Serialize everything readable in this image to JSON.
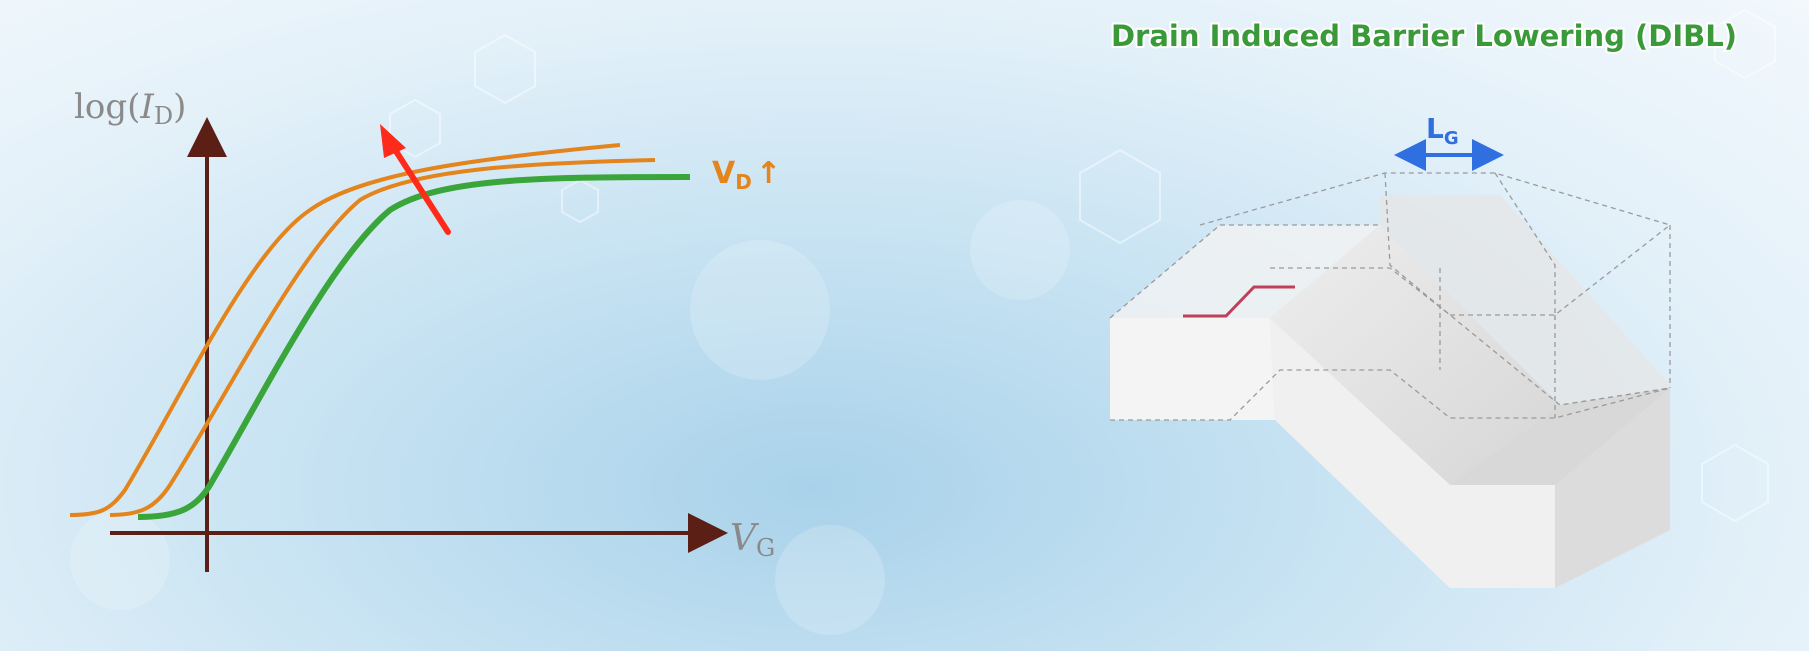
{
  "title": "Drain Induced Barrier Lowering (DIBL)",
  "plot": {
    "y_label": {
      "prefix": "log(",
      "var": "I",
      "sub": "D",
      "suffix": ")"
    },
    "x_label": {
      "var": "V",
      "sub": "G"
    },
    "vd_label": {
      "var": "V",
      "sub": "D",
      "arrow": "↑"
    }
  },
  "device": {
    "lg_label": {
      "var": "L",
      "sub": "G"
    }
  },
  "colors": {
    "title": "#3a9a3a",
    "orange": "#e3841c",
    "green": "#3aa53a",
    "axis": "#5b1f16",
    "annotation_arrow": "#ff2a1a",
    "lg_arrow": "#2f6fe0",
    "barrier": "#c0405a"
  },
  "icons": [
    "red-annotation-arrow",
    "double-headed-arrow"
  ]
}
